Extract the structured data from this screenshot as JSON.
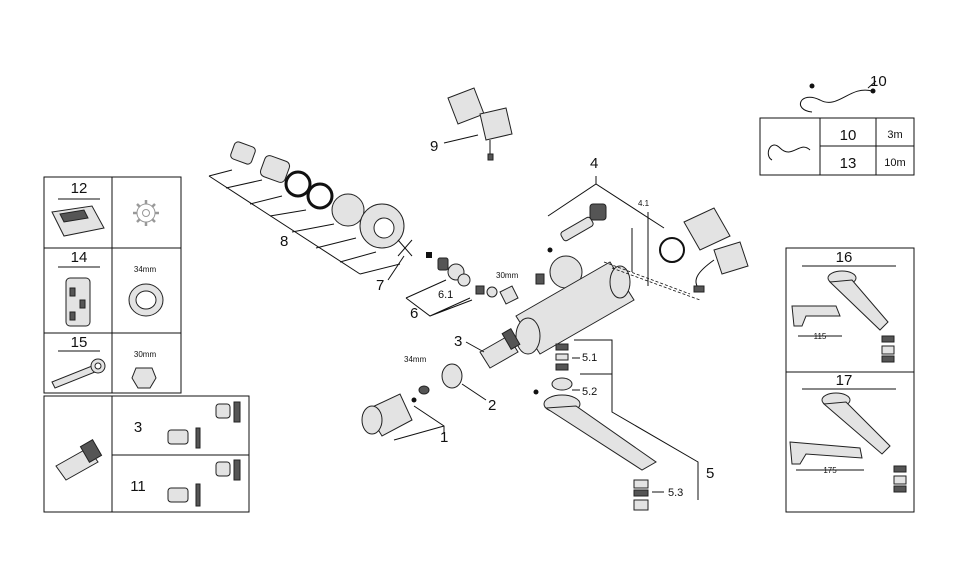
{
  "labels": {
    "p1": "1",
    "p2": "2",
    "p3": "3",
    "p4": "4",
    "p4_1": "4.1",
    "p5": "5",
    "p5_1": "5.1",
    "p5_2": "5.2",
    "p5_3": "5.3",
    "p6": "6",
    "p6_1": "6.1",
    "p7": "7",
    "p8": "8",
    "p9": "9",
    "p10": "10",
    "dim_34": "34mm",
    "dim_30": "30mm"
  },
  "cable_table": {
    "rows": [
      {
        "part": "10",
        "length": "3m"
      },
      {
        "part": "13",
        "length": "10m"
      }
    ]
  },
  "left_panel": {
    "p12": "12",
    "p14": "14",
    "p14_dim": "34mm",
    "p15": "15",
    "p15_dim": "30mm",
    "cartridge_rows": [
      {
        "part": "3"
      },
      {
        "part": "11"
      }
    ]
  },
  "right_panel": {
    "p16": "16",
    "p16_dim": "115",
    "p17": "17",
    "p17_dim": "175"
  }
}
